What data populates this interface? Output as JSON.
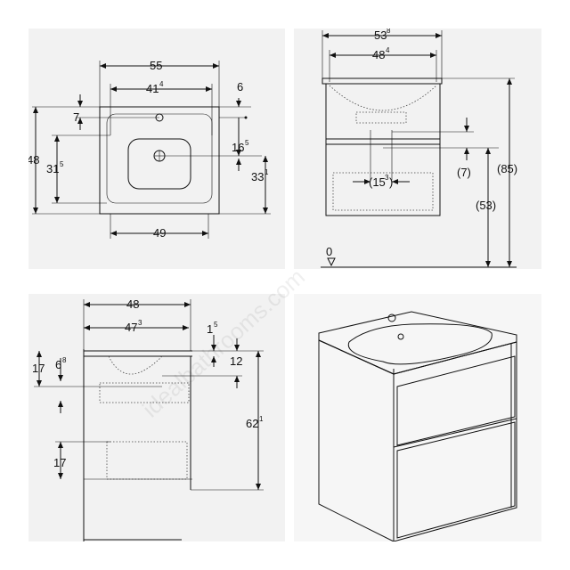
{
  "figure": {
    "title": "",
    "watermark": "idealbathrooms.com"
  },
  "top_view": {
    "dims": [
      {
        "id": "width",
        "value": "55",
        "sup": ""
      },
      {
        "id": "basin_width",
        "value": "41",
        "sup": "4"
      },
      {
        "id": "rim_right",
        "value": "6",
        "sup": ""
      },
      {
        "id": "tap_from_back",
        "value": "7",
        "sup": ""
      },
      {
        "id": "depth",
        "value": "48",
        "sup": ""
      },
      {
        "id": "basin_depth",
        "value": "31",
        "sup": "5"
      },
      {
        "id": "drain_offset",
        "value": "16",
        "sup": "5"
      },
      {
        "id": "drain_to_front",
        "value": "33",
        "sup": "1"
      },
      {
        "id": "cabinet_width",
        "value": "49",
        "sup": ""
      }
    ]
  },
  "front_view": {
    "dims": [
      {
        "id": "overall_width",
        "value": "53",
        "sup": "8"
      },
      {
        "id": "cabinet_width",
        "value": "48",
        "sup": "4"
      },
      {
        "id": "drawer_gap",
        "value": "(7)",
        "sup": ""
      },
      {
        "id": "waste_spacing",
        "value": "(15",
        "sup": "3",
        "suffix": ")"
      },
      {
        "id": "height_to_cutout",
        "value": "(53)",
        "sup": ""
      },
      {
        "id": "overall_height",
        "value": "(85)",
        "sup": ""
      },
      {
        "id": "floor_level",
        "value": "0",
        "sup": ""
      }
    ]
  },
  "side_view": {
    "dims": [
      {
        "id": "depth",
        "value": "48",
        "sup": ""
      },
      {
        "id": "cabinet_depth",
        "value": "47",
        "sup": "3"
      },
      {
        "id": "rim",
        "value": "1",
        "sup": "5"
      },
      {
        "id": "basin_depth_a",
        "value": "17",
        "sup": ""
      },
      {
        "id": "basin_depth_b",
        "value": "6",
        "sup": "8"
      },
      {
        "id": "top_thickness",
        "value": "12",
        "sup": ""
      },
      {
        "id": "cabinet_height",
        "value": "62",
        "sup": "1"
      },
      {
        "id": "drawer_height",
        "value": "17",
        "sup": ""
      }
    ]
  },
  "perspective_view": {
    "label": ""
  }
}
